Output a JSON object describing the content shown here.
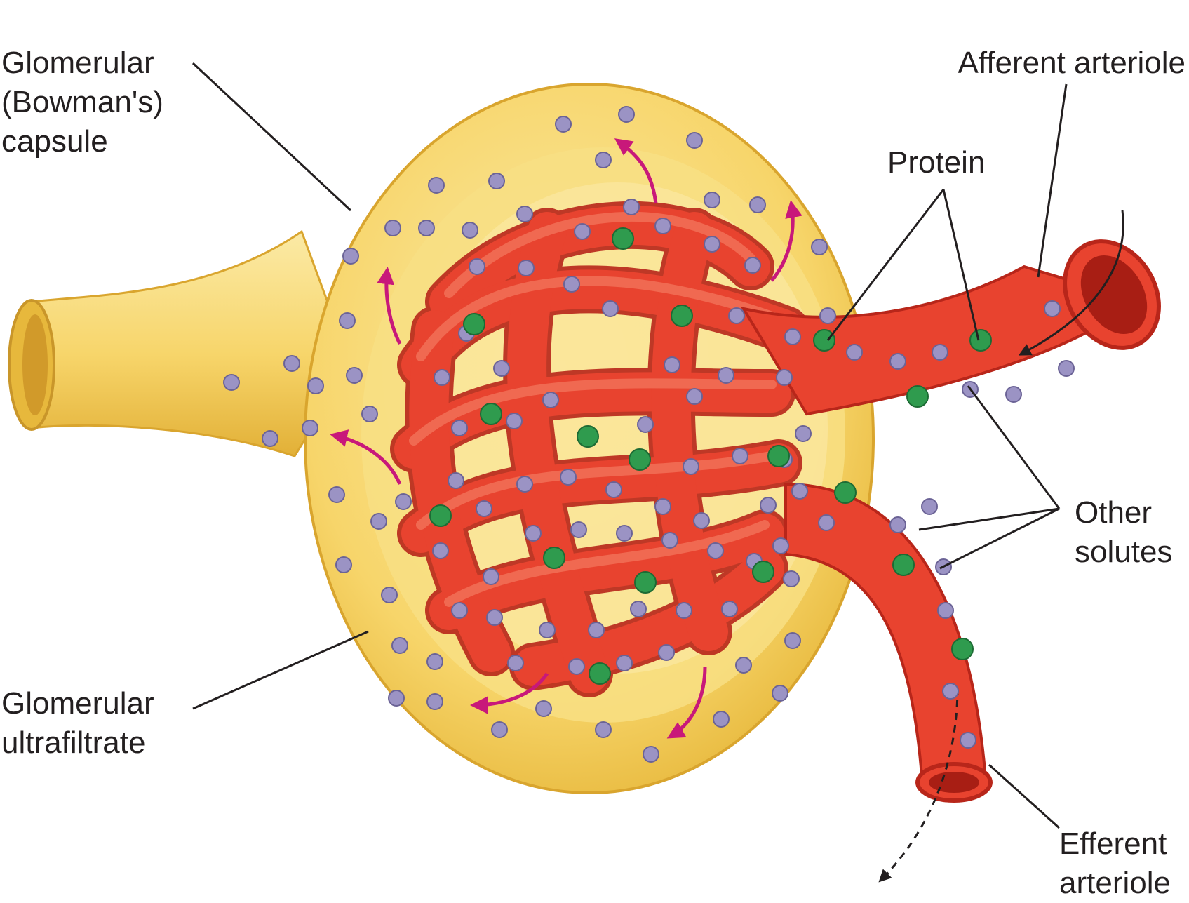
{
  "labels": {
    "capsule": [
      "Glomerular",
      "(Bowman's)",
      "capsule"
    ],
    "afferent": [
      "Afferent arteriole"
    ],
    "protein": [
      "Protein"
    ],
    "solutes": [
      "Other",
      "solutes"
    ],
    "ultrafiltrate": [
      "Glomerular",
      "ultrafiltrate"
    ],
    "efferent": [
      "Efferent",
      "arteriole"
    ]
  },
  "colors": {
    "capsule_fill": "#f7d56a",
    "capsule_shadow": "#e7b83c",
    "capsule_highlight": "#fbeaa6",
    "vessel_fill": "#e8432f",
    "vessel_dark": "#b8261a",
    "vessel_light": "#f47a60",
    "filtration_arrow": "#c8187a",
    "solute_dot": "#9b93c4",
    "protein_dot": "#2f9b4e",
    "leader_line": "#231f20"
  }
}
